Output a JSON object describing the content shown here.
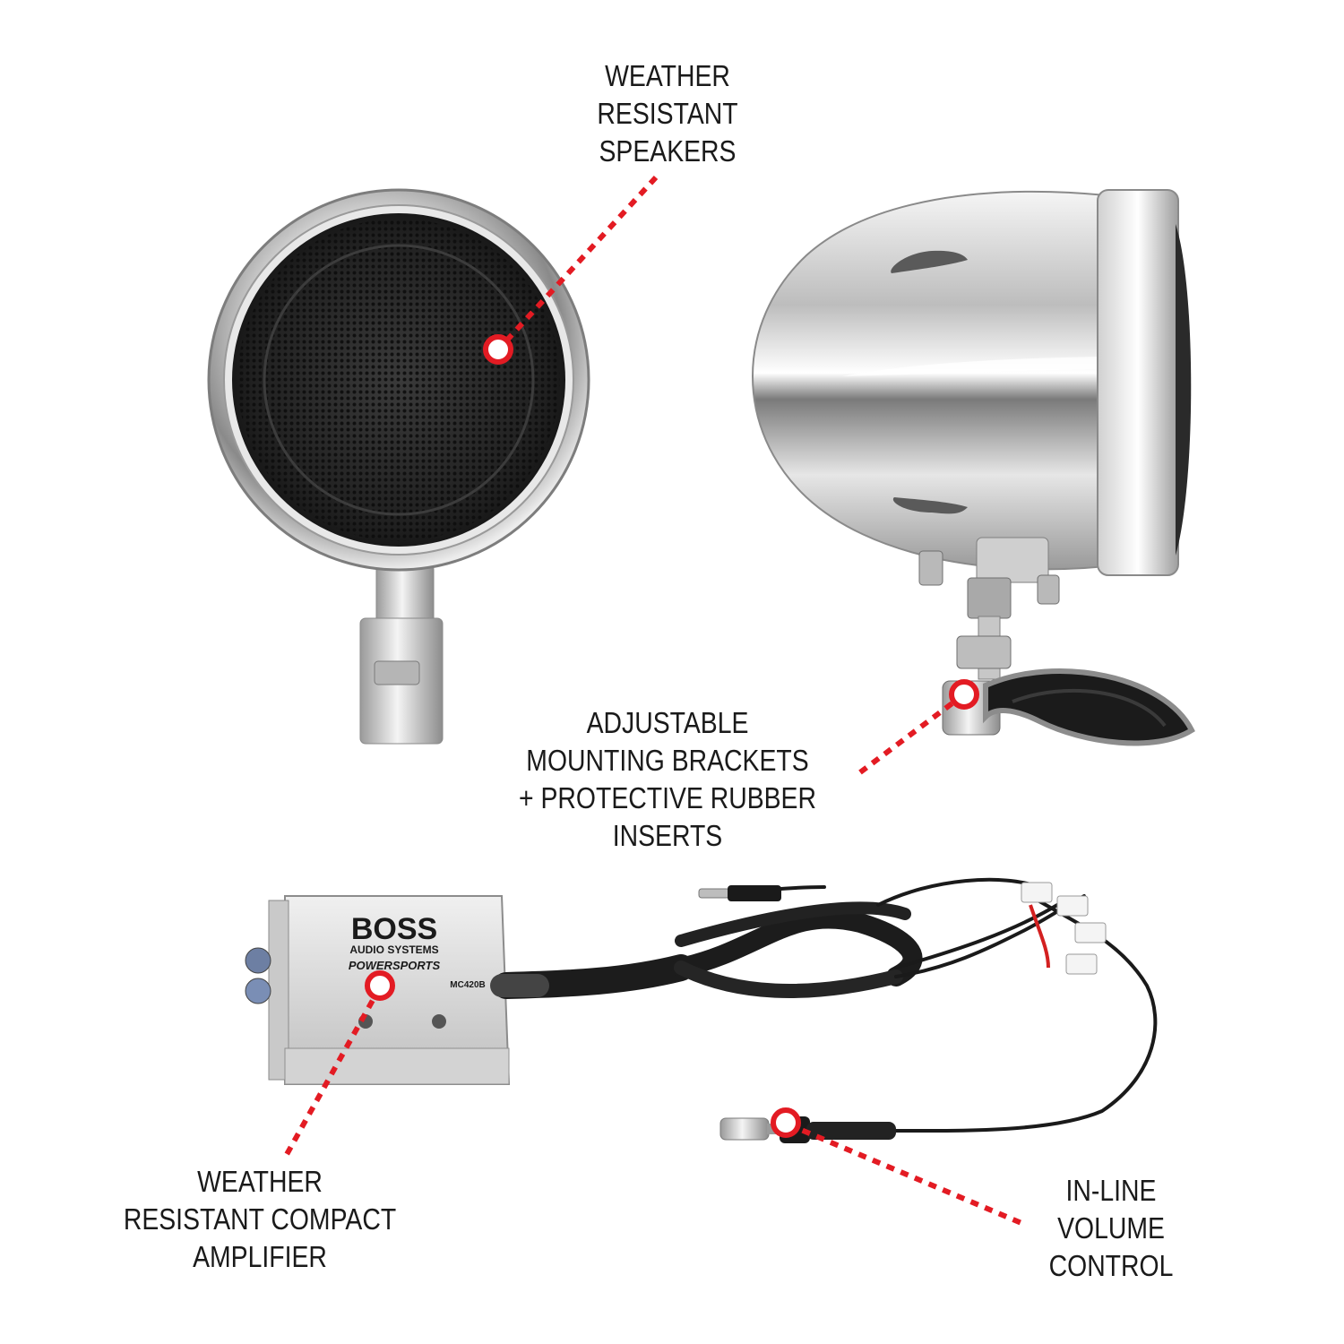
{
  "callouts": {
    "speakers": {
      "lines": [
        "WEATHER",
        "RESISTANT",
        "SPEAKERS"
      ]
    },
    "brackets": {
      "lines": [
        "ADJUSTABLE",
        "MOUNTING BRACKETS",
        "+ PROTECTIVE RUBBER",
        "INSERTS"
      ]
    },
    "amplifier": {
      "lines": [
        "WEATHER",
        "RESISTANT COMPACT",
        "AMPLIFIER"
      ]
    },
    "volume": {
      "lines": [
        "IN-LINE",
        "VOLUME",
        "CONTROL"
      ]
    }
  },
  "amplifier_label": {
    "brand": "BOSS",
    "sub": "AUDIO SYSTEMS",
    "line": "POWERSPORTS",
    "model": "MC420B"
  },
  "colors": {
    "callout_red": "#e31b23",
    "text": "#1a1a1a",
    "chrome_light": "#f2f2f2",
    "chrome_dark": "#6e6e6e",
    "grille": "#262626",
    "cable": "#1c1c1c"
  }
}
